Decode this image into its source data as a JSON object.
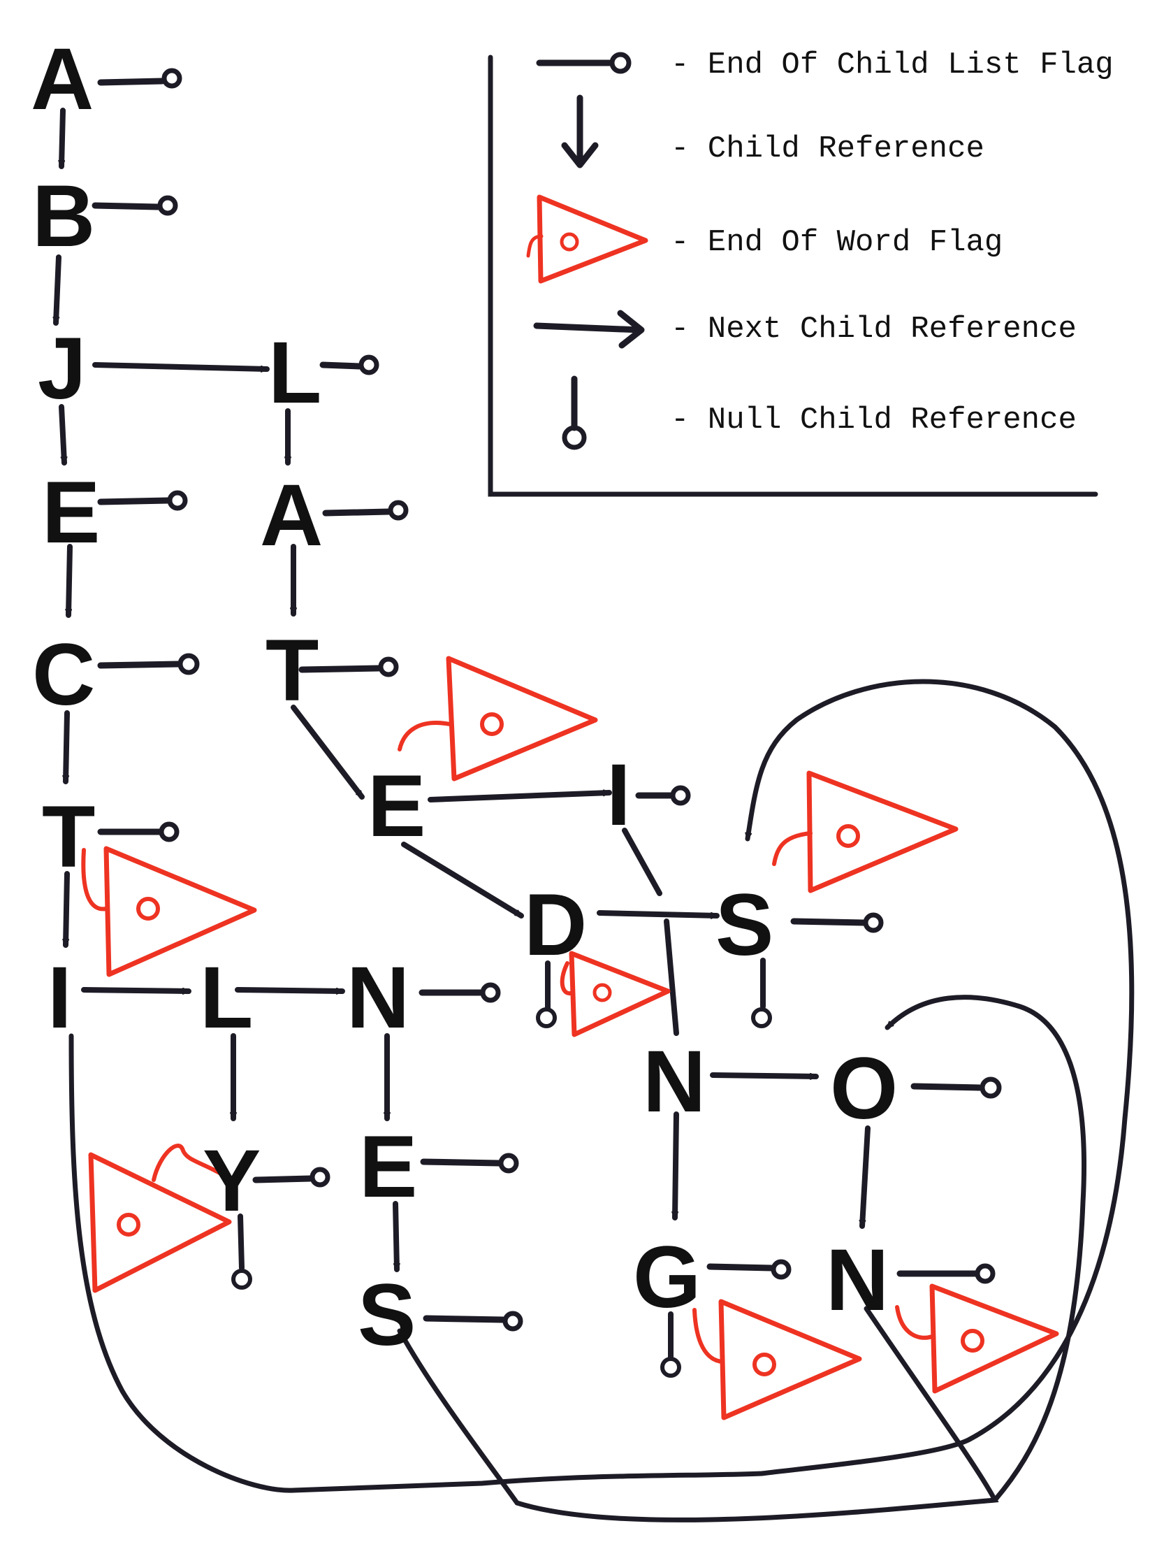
{
  "colors": {
    "ink": "#1d1c26",
    "flag": "#ee3322"
  },
  "legend": {
    "items": [
      {
        "icon": "end-of-child-list-flag-icon",
        "label": "- End Of Child List Flag"
      },
      {
        "icon": "child-reference-icon",
        "label": "- Child Reference"
      },
      {
        "icon": "end-of-word-flag-icon",
        "label": "- End Of Word Flag"
      },
      {
        "icon": "next-child-reference-icon",
        "label": "- Next Child Reference"
      },
      {
        "icon": "null-child-reference-icon",
        "label": "- Null Child Reference"
      }
    ]
  },
  "nodes": [
    {
      "id": "a1",
      "letter": "A"
    },
    {
      "id": "b",
      "letter": "B"
    },
    {
      "id": "j",
      "letter": "J"
    },
    {
      "id": "l1",
      "letter": "L"
    },
    {
      "id": "e1",
      "letter": "E"
    },
    {
      "id": "a2",
      "letter": "A"
    },
    {
      "id": "c",
      "letter": "C"
    },
    {
      "id": "t1",
      "letter": "T"
    },
    {
      "id": "t2",
      "letter": "T"
    },
    {
      "id": "e2",
      "letter": "E"
    },
    {
      "id": "i1",
      "letter": "I"
    },
    {
      "id": "d",
      "letter": "D"
    },
    {
      "id": "s1",
      "letter": "S"
    },
    {
      "id": "i2",
      "letter": "I"
    },
    {
      "id": "l2",
      "letter": "L"
    },
    {
      "id": "n1",
      "letter": "N"
    },
    {
      "id": "n2",
      "letter": "N"
    },
    {
      "id": "o",
      "letter": "O"
    },
    {
      "id": "y",
      "letter": "Y"
    },
    {
      "id": "e3",
      "letter": "E"
    },
    {
      "id": "g",
      "letter": "G"
    },
    {
      "id": "n3",
      "letter": "N"
    },
    {
      "id": "s2",
      "letter": "S"
    }
  ]
}
